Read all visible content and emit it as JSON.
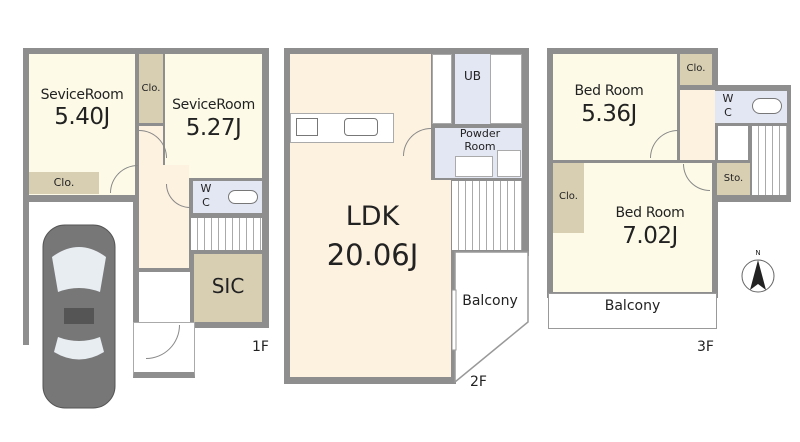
{
  "floors": {
    "f1": {
      "label": "1F",
      "service_room_a": {
        "name": "SeviceRoom",
        "size": "5.40J"
      },
      "service_room_b": {
        "name": "SeviceRoom",
        "size": "5.27J"
      },
      "closet_a": "Clo.",
      "closet_b": "Clo.",
      "wc_w": "W",
      "wc_c": "C",
      "sic": "SIC"
    },
    "f2": {
      "label": "2F",
      "ldk": {
        "name": "LDK",
        "size": "20.06J"
      },
      "ub": "UB",
      "powder_1": "Powder",
      "powder_2": "Room",
      "balcony": "Balcony"
    },
    "f3": {
      "label": "3F",
      "bed_a": {
        "name": "Bed Room",
        "size": "5.36J"
      },
      "bed_b": {
        "name": "Bed Room",
        "size": "7.02J"
      },
      "closet_a": "Clo.",
      "closet_b": "Clo.",
      "wc_w": "W",
      "wc_c": "C",
      "storage": "Sto.",
      "balcony": "Balcony"
    }
  },
  "compass": {
    "north": "N"
  },
  "colors": {
    "wall": "#8e8e8e",
    "room": "#fdfbe8",
    "hall": "#fdf1e0",
    "closet": "#d8cfb3",
    "wet": "#e3e7f3"
  }
}
